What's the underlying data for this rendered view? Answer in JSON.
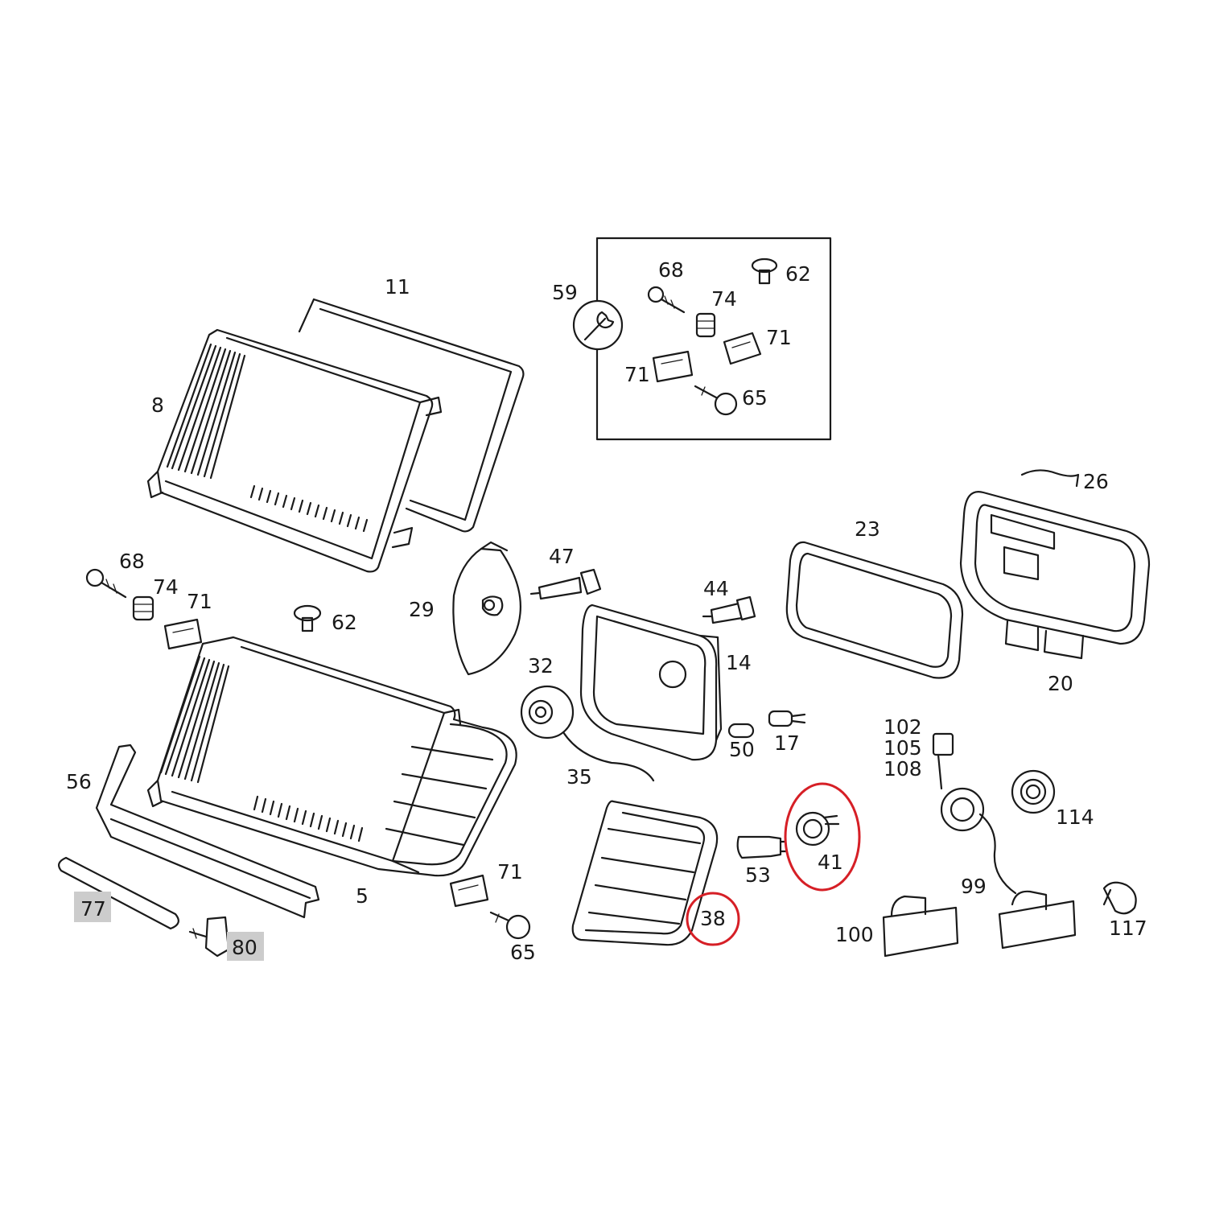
{
  "labels": {
    "p11": "11",
    "p8": "8",
    "p59": "59",
    "p68a": "68",
    "p62a": "62",
    "p74a": "74",
    "p71a": "71",
    "p71b": "71",
    "p65a": "65",
    "p26": "26",
    "p23": "23",
    "p20": "20",
    "p68b": "68",
    "p74b": "74",
    "p71c": "71",
    "p62b": "62",
    "p47": "47",
    "p29": "29",
    "p44": "44",
    "p14": "14",
    "p32": "32",
    "p50": "50",
    "p17": "17",
    "p35": "35",
    "p102": "102",
    "p105": "105",
    "p108": "108",
    "p114": "114",
    "p56": "56",
    "p5": "5",
    "p71d": "71",
    "p65b": "65",
    "p38": "38",
    "p53": "53",
    "p41": "41",
    "p99": "99",
    "p100": "100",
    "p117": "117",
    "p77": "77",
    "p80": "80"
  },
  "highlight": {
    "circle_color": "#d61f26",
    "grey_box_color": "#cccccc",
    "circled_parts": [
      "38",
      "41"
    ],
    "grey_marked_parts": [
      "77",
      "80"
    ]
  }
}
